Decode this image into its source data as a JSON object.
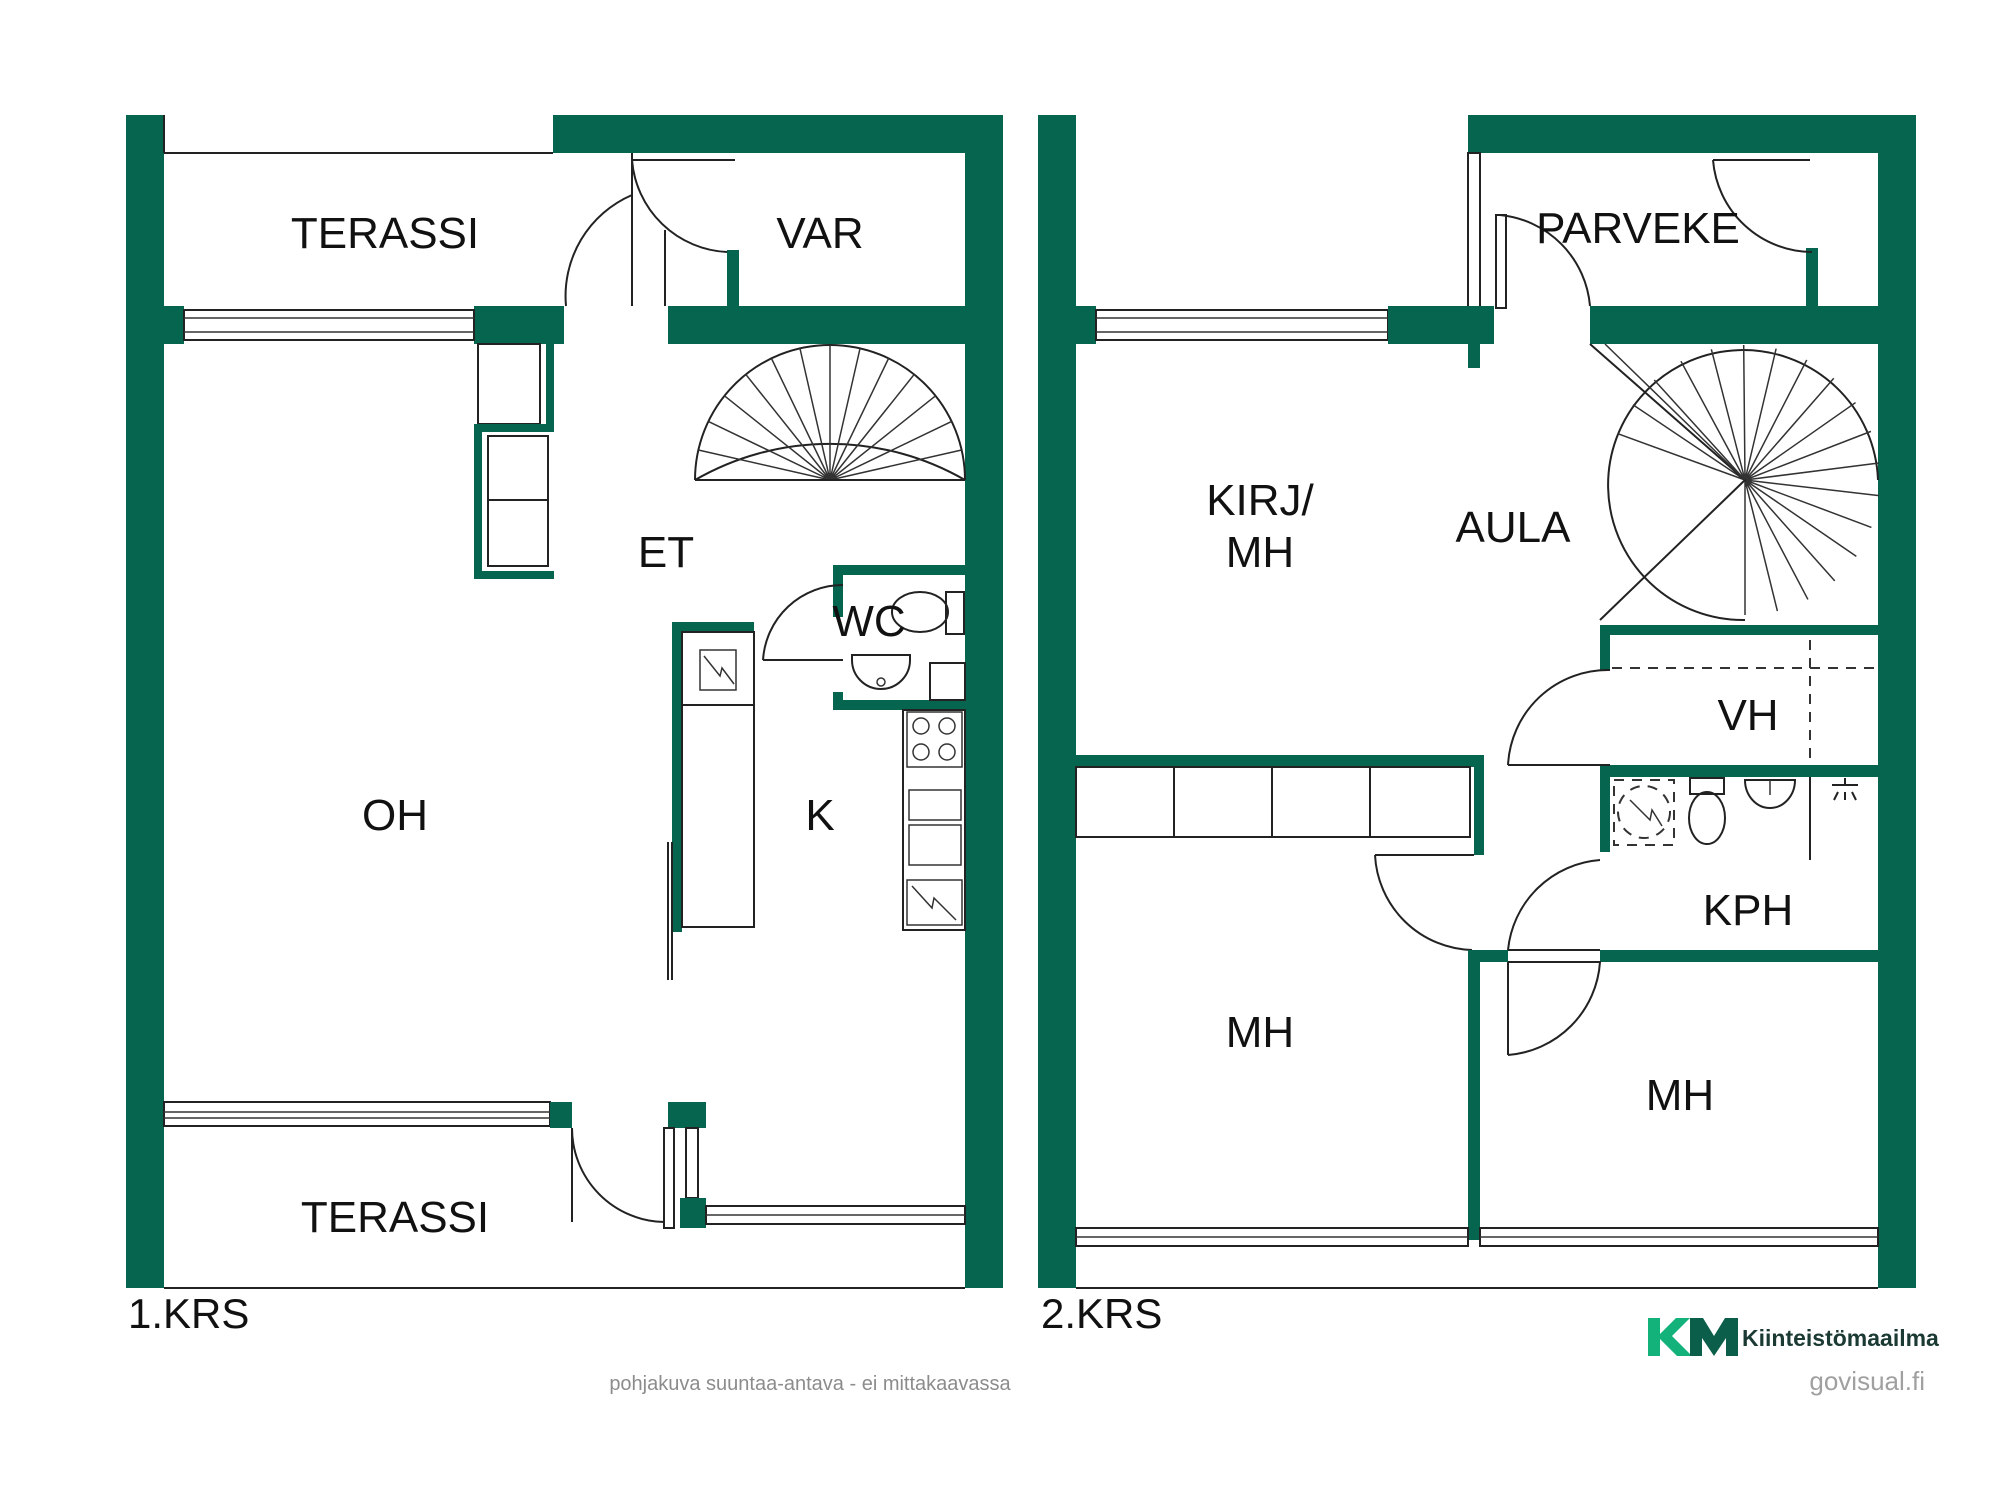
{
  "colors": {
    "wall": "#05654f",
    "logo_green": "#13b27a",
    "logo_dark": "#0b5e4a"
  },
  "floor1": {
    "label": "1.KRS",
    "rooms": {
      "terassi_top": "TERASSI",
      "var": "VAR",
      "et": "ET",
      "wc": "WC",
      "oh": "OH",
      "k": "K",
      "terassi_bottom": "TERASSI"
    }
  },
  "floor2": {
    "label": "2.KRS",
    "rooms": {
      "parveke": "PARVEKE",
      "kirj_line1": "KIRJ/",
      "kirj_line2": "MH",
      "aula": "AULA",
      "vh": "VH",
      "kph": "KPH",
      "mh_left": "MH",
      "mh_right": "MH"
    }
  },
  "branding": {
    "logo_mark": "KM",
    "company": "Kiinteistömaailma",
    "site": "govisual.fi",
    "disclaimer": "pohjakuva suuntaa-antava - ei mittakaavassa"
  },
  "icons": [
    "stair-icon",
    "toilet-icon",
    "sink-icon",
    "stove-icon",
    "electric-appliance-icon",
    "shower-icon",
    "door-swing-icon"
  ]
}
